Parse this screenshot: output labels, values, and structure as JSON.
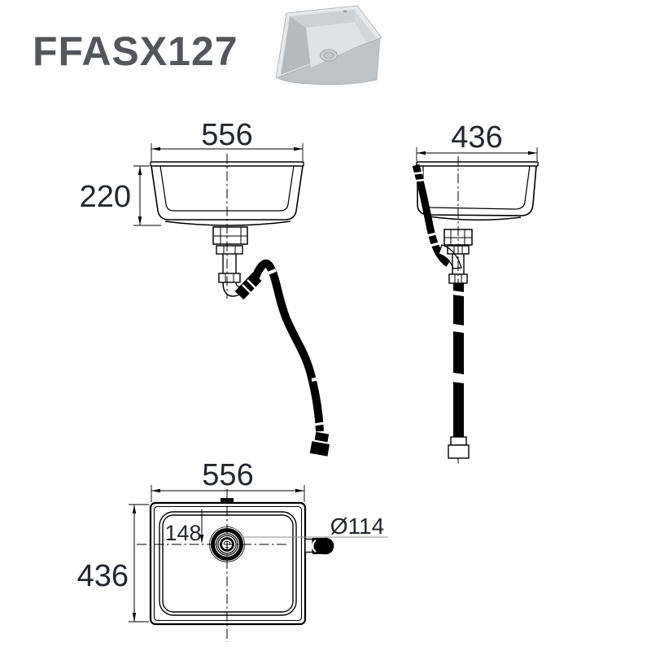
{
  "header": {
    "model": "FFASX127",
    "title_color": "#53565a"
  },
  "product_photo": {
    "icon": "stainless-steel-undermount-sink",
    "body_color": "#c3c7ca",
    "rim_color": "#e6e8ea",
    "floor_color": "#e0e3e5"
  },
  "colors": {
    "line": "#000000",
    "dimension_text": "#23272e",
    "leader_line": "#8d9094",
    "hose": "#000000"
  },
  "views": {
    "front": {
      "width_mm": "556",
      "height_mm": "220"
    },
    "side": {
      "depth_mm": "436"
    },
    "top": {
      "width_mm": "556",
      "depth_mm": "436",
      "drain_offset_mm": "148",
      "drain_diameter": "Ø114"
    }
  }
}
